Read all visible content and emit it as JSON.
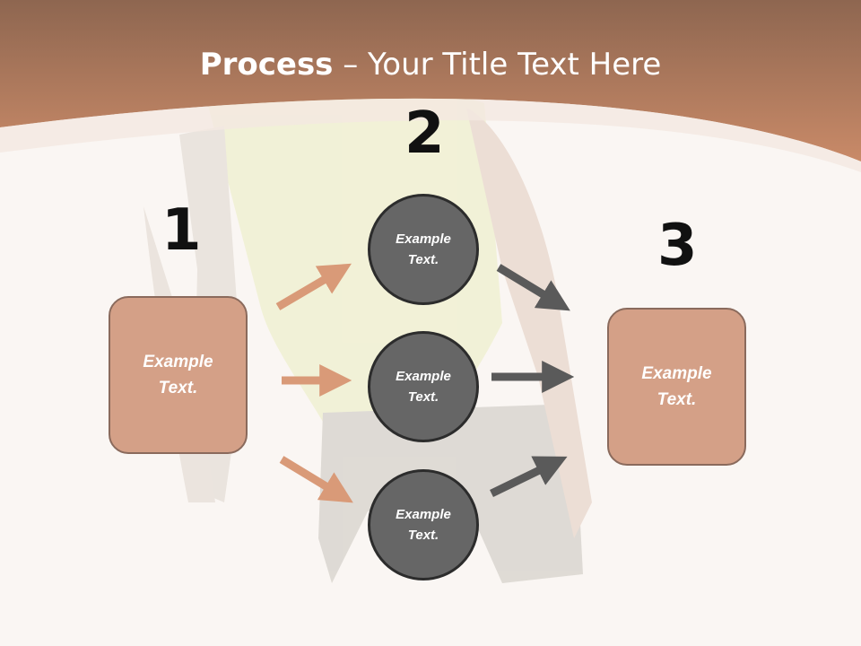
{
  "title": {
    "strong": "Process",
    "rest": " – Your Title Text Here"
  },
  "steps": [
    {
      "number": "1",
      "text": "Example Text."
    },
    {
      "number": "2",
      "texts": [
        "Example Text.",
        "Example Text.",
        "Example Text."
      ]
    },
    {
      "number": "3",
      "text": "Example Text."
    }
  ],
  "colors": {
    "header": "#c98a68",
    "box_fill": "#d4a087",
    "box_border": "#8a6a5c",
    "circle_fill": "#666666",
    "arrow_orange": "#d99a78",
    "arrow_gray": "#5a5a5a"
  }
}
